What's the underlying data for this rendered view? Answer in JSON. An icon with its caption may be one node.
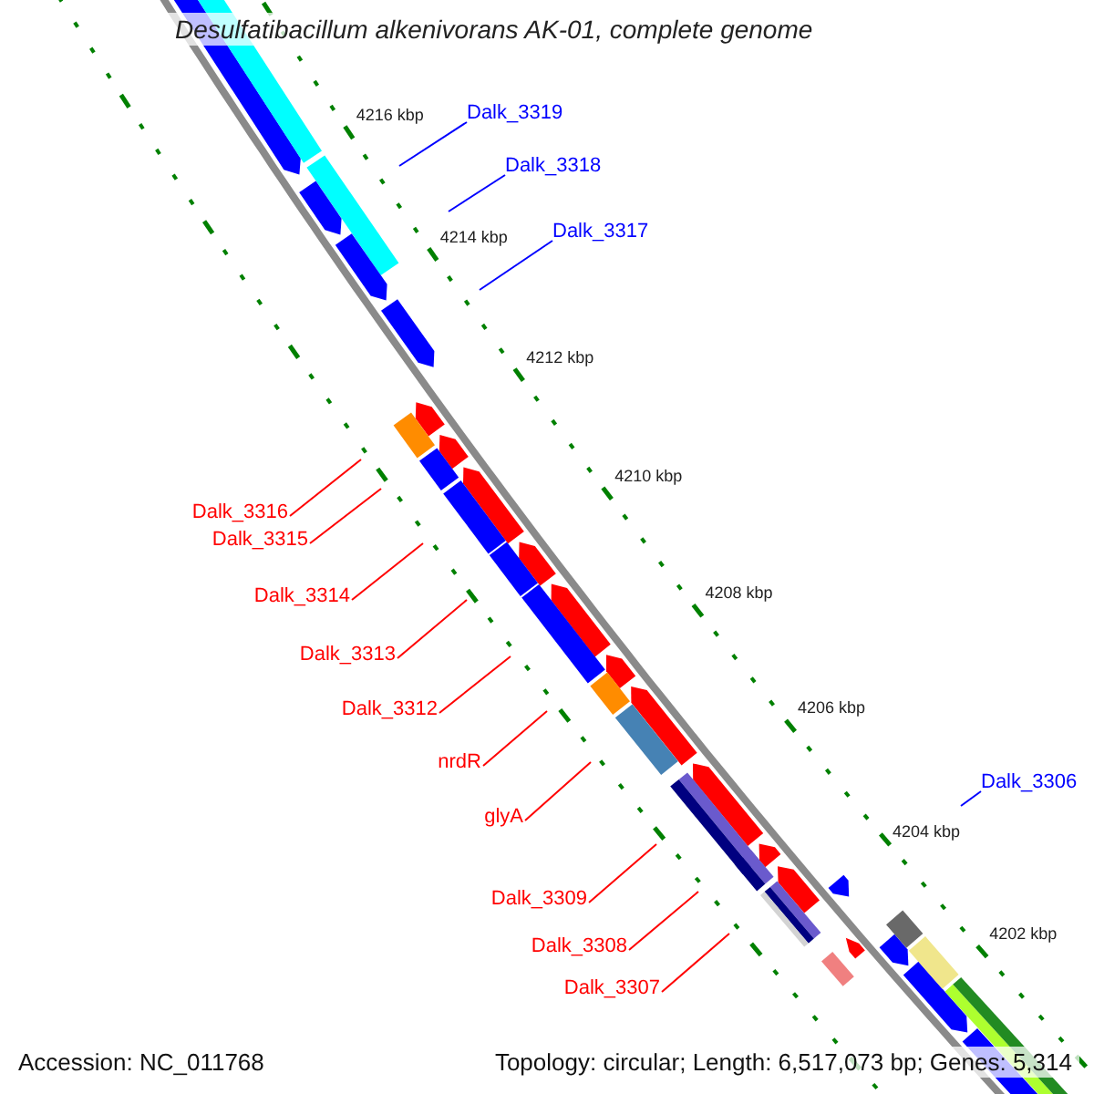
{
  "diagram": {
    "title": "Desulfatibacillum alkenivorans AK-01, complete genome",
    "nodes": [
      {
        "text": [
          "Dalk_3319"
        ]
      },
      {
        "text": [
          "Dalk_3318"
        ]
      },
      {
        "text": [
          "Dalk_3317"
        ]
      },
      {
        "text": [
          "Dalk_3316"
        ]
      },
      {
        "text": [
          "Dalk_3315"
        ]
      },
      {
        "text": [
          "Dalk_3314"
        ]
      },
      {
        "text": [
          "Dalk_3313"
        ]
      },
      {
        "text": [
          "Dalk_3312"
        ]
      },
      {
        "text": [
          "nrdR"
        ]
      },
      {
        "text": [
          "Dalk_3306"
        ]
      },
      {
        "text": [
          "glyA"
        ]
      },
      {
        "text": [
          "Dalk_3309"
        ]
      },
      {
        "text": [
          "Dalk_3308"
        ]
      },
      {
        "text": [
          "Dalk_3307"
        ]
      }
    ],
    "edges": [
      {
        "from": 0,
        "to": null,
        "arrow": "none",
        "color": "#0000ff"
      },
      {
        "from": 1,
        "to": null,
        "arrow": "none",
        "color": "#0000ff"
      },
      {
        "from": 2,
        "to": null,
        "arrow": "none",
        "color": "#0000ff"
      },
      {
        "from": 3,
        "to": null,
        "arrow": "none"
      },
      {
        "from": 4,
        "to": null,
        "arrow": "none"
      },
      {
        "from": 5,
        "to": null,
        "arrow": "none"
      },
      {
        "from": 6,
        "to": null,
        "arrow": "none"
      },
      {
        "from": 7,
        "to": null,
        "arrow": "none"
      },
      {
        "from": 8,
        "to": null,
        "arrow": "none"
      },
      {
        "from": 9,
        "to": null,
        "arrow": "none",
        "color": "#0000ff"
      },
      {
        "from": 10,
        "to": null,
        "arrow": "none"
      },
      {
        "from": 11,
        "to": null,
        "arrow": "none"
      },
      {
        "from": 12,
        "to": null,
        "arrow": "none"
      },
      {
        "from": 13,
        "to": null,
        "arrow": "none"
      }
    ],
    "labels": [
      "4216 kbp",
      "4214 kbp",
      "4212 kbp",
      "4210 kbp",
      "4208 kbp",
      "4206 kbp",
      "4204 kbp",
      "4202 kbp",
      "Accession: NC_011768",
      "Topology: circular; Length: 6,517,073 bp; Genes: 5,314"
    ]
  }
}
